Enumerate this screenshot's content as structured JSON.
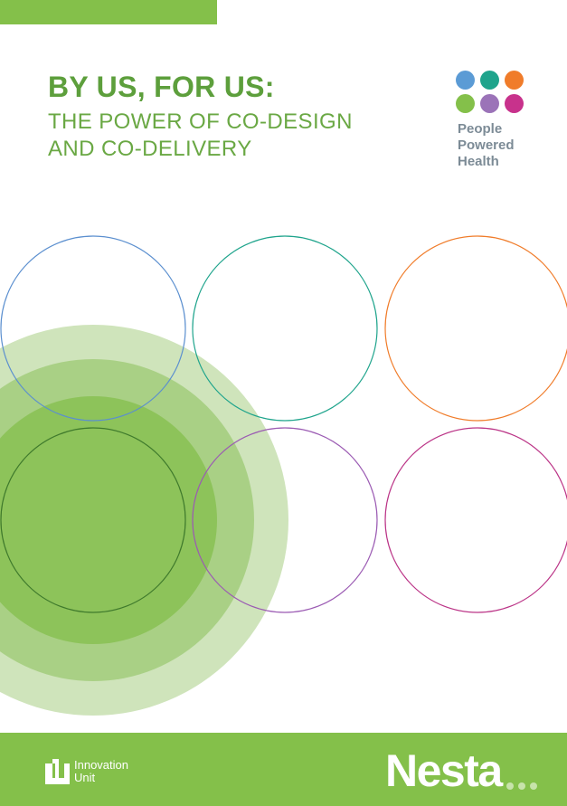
{
  "cover": {
    "title": "BY US, FOR US:",
    "subtitle_lines": [
      "THE POWER OF CO-DESIGN",
      "AND CO-DELIVERY"
    ]
  },
  "people_powered_health": {
    "lines": [
      "People",
      "Powered",
      "Health"
    ],
    "dot_colors": [
      "#5b9bd5",
      "#1fa48c",
      "#f07c2a",
      "#84c04a",
      "#9b73b8",
      "#c8328c"
    ]
  },
  "circles": {
    "outline_colors": {
      "top_left": "#5b8fcf",
      "top_middle": "#1fa48c",
      "top_right": "#f07c2a",
      "bottom_left": "#3f7a2c",
      "bottom_middle": "#9b5bb3",
      "bottom_right": "#bb3487"
    },
    "fill_colors": [
      "#cfe4bb",
      "#a9d085",
      "#8dc35a"
    ]
  },
  "footer": {
    "bar_color": "#84c04a",
    "innovation_unit_lines": [
      "Innovation",
      "Unit"
    ],
    "nesta_label": "Nesta"
  },
  "icons": {
    "innovation_unit": "innovation-unit-logo-icon",
    "people_powered_health": "people-powered-health-dots-icon",
    "nesta": "nesta-ellipsis-dots-icon"
  }
}
